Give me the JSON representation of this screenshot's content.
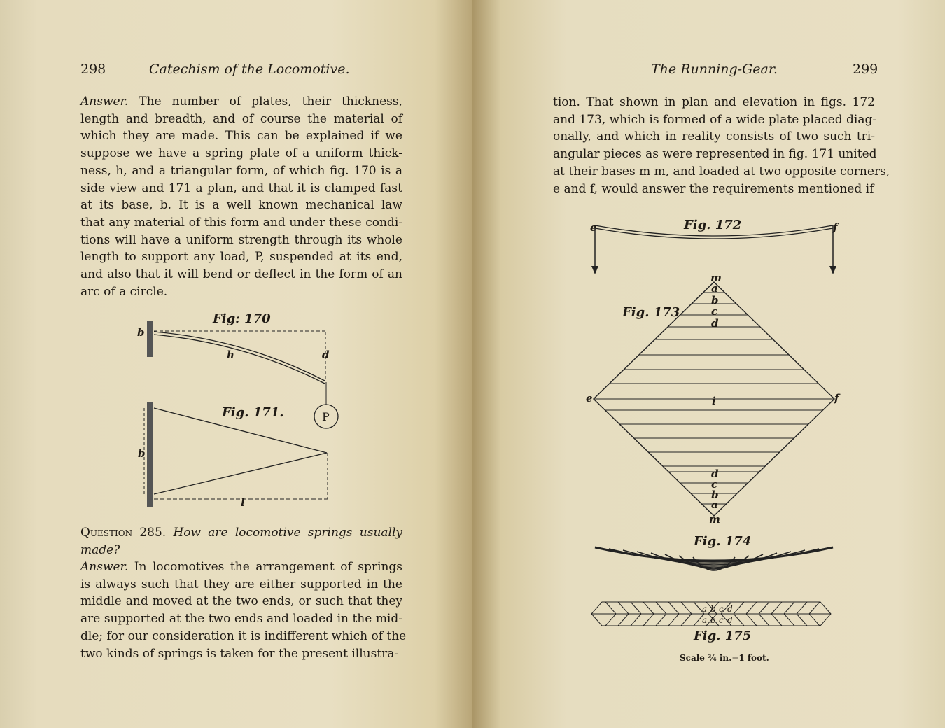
{
  "left_page": {
    "page_number": "298",
    "running_head": "Catechism of the Locomotive.",
    "para1_lines": [
      [
        "Answer.",
        " The number of plates, their thickness,"
      ],
      [
        "",
        "length and breadth, and of course the material of"
      ],
      [
        "",
        "which they are made.  This can be explained if we"
      ],
      [
        "",
        "suppose we have a spring plate of a uniform thick-"
      ],
      [
        "",
        "ness, h, and a triangular form, of which fig. 170 is a"
      ],
      [
        "",
        "side view and 171 a plan, and that it is clamped fast"
      ],
      [
        "",
        "at its base, b.  It is a well known mechanical law"
      ],
      [
        "",
        "that any material of this form and under these condi-"
      ],
      [
        "",
        "tions will have a uniform strength through its whole"
      ],
      [
        "",
        "length to support any load, P, suspended at its end,"
      ],
      [
        "",
        "and also that it will bend or deflect in the form of an"
      ],
      [
        "",
        "arc of a circle."
      ]
    ],
    "fig170": {
      "title": "Fig: 170",
      "labels": {
        "b": "b",
        "h": "h",
        "d": "d",
        "P": "P"
      }
    },
    "fig171": {
      "title": "Fig. 171.",
      "labels": {
        "b": "b",
        "l": "l"
      }
    },
    "question": {
      "label": "Question 285.",
      "text_line1": "How are locomotive springs usually",
      "text_line2": "made?"
    },
    "para2_lines": [
      [
        "Answer.",
        " In locomotives the arrangement of springs"
      ],
      [
        "",
        "is always such that they are either supported in the"
      ],
      [
        "",
        "middle and moved at the two ends, or such that they"
      ],
      [
        "",
        "are supported at the two ends and loaded in the mid-"
      ],
      [
        "",
        "dle; for our consideration it is indifferent which of the"
      ],
      [
        "",
        "two kinds of springs is taken for the present illustra-"
      ]
    ]
  },
  "right_page": {
    "page_number": "299",
    "running_head": "The Running-Gear.",
    "para_lines": [
      "tion.  That shown in plan and elevation in figs. 172",
      "and 173, which is formed of a wide plate placed diag-",
      "onally, and which in reality consists of two such tri-",
      "angular pieces as were represented in fig. 171 united",
      "at their bases m m, and loaded at two opposite corners,",
      "e and f, would answer the requirements mentioned if"
    ],
    "fig172": {
      "title": "Fig. 172",
      "labels": {
        "e": "e",
        "f": "f"
      }
    },
    "fig173": {
      "title": "Fig. 173",
      "labels": {
        "m_top": "m",
        "a_top": "a",
        "b_top": "b",
        "c_top": "c",
        "d_top": "d",
        "e": "e",
        "f": "f",
        "i": "i",
        "d_bot": "d",
        "c_bot": "c",
        "b_bot": "b",
        "a_bot": "a",
        "m_bot": "m"
      }
    },
    "fig174": {
      "title": "Fig. 174"
    },
    "fig175": {
      "title": "Fig. 175",
      "labels": [
        "a",
        "b",
        "c",
        "d"
      ],
      "scale": "Scale ¾ in.=1 foot."
    }
  }
}
